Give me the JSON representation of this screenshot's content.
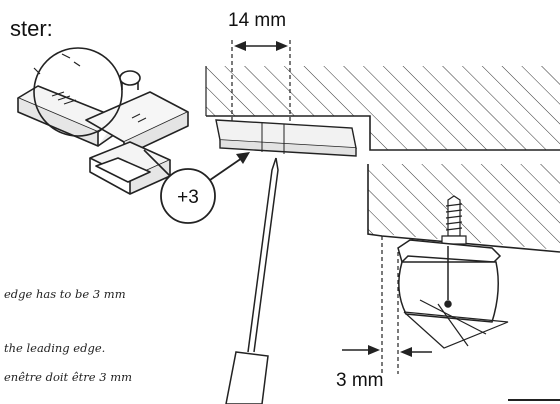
{
  "heading": "ster:",
  "dimension_top": "14 mm",
  "dimension_bottom": "3 mm",
  "callout": "+3",
  "notes": [
    "edge has to be 3 mm",
    "the leading edge.",
    "enêtre doit être 3 mm"
  ]
}
